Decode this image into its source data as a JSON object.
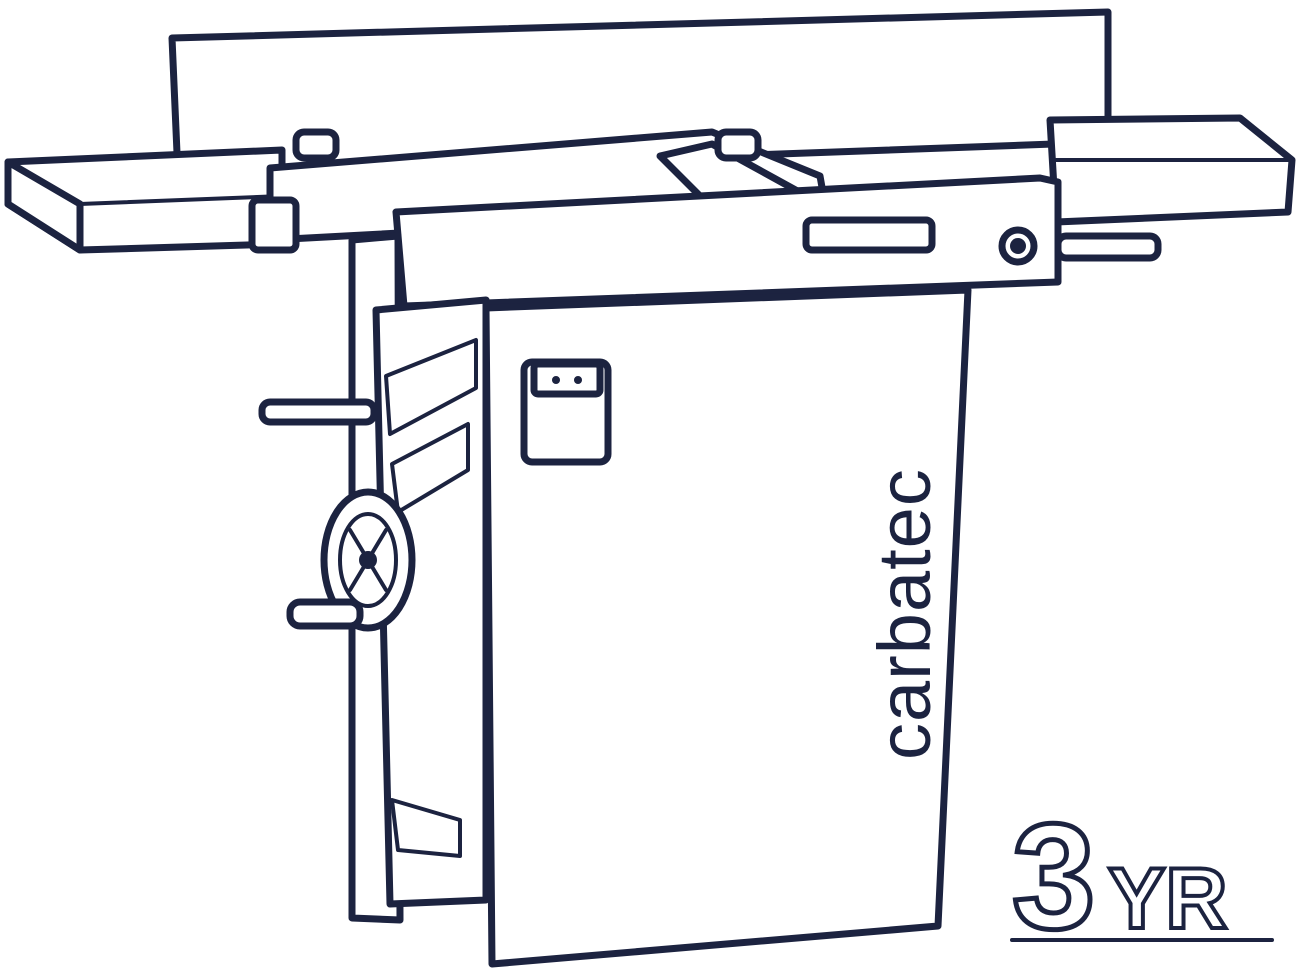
{
  "illustration": {
    "subject": "jointer-machine-line-drawing",
    "brand_label": "carbatec",
    "ink_color": "#1c2340",
    "background_color": "#ffffff"
  },
  "warranty_badge": {
    "number": "3",
    "unit": "YR"
  }
}
